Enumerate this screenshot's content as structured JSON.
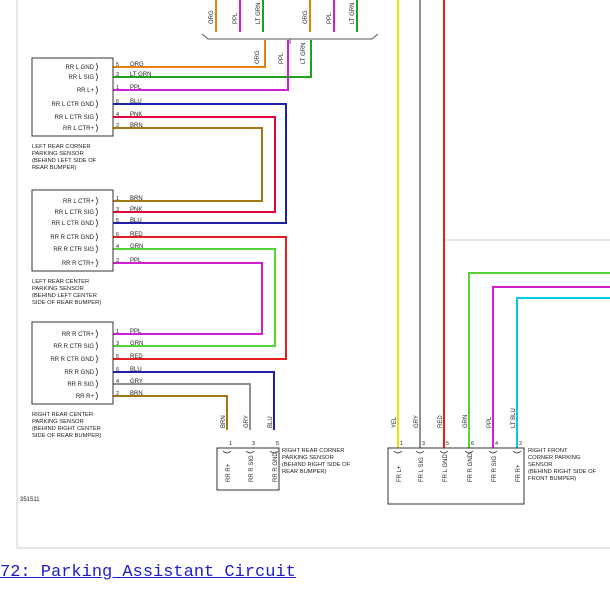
{
  "colors": {
    "ORG": "#e8820c",
    "PPL": "#d21ed2",
    "LT GRN": "#1fa01f",
    "BLU": "#1f1fa8",
    "PNK": "#e3003c",
    "BRN": "#a07814",
    "RED": "#e02020",
    "GRN": "#55d535",
    "GRY": "#909090",
    "YEL": "#e6e600",
    "LT BLU": "#00cde6",
    "box_border": "#333333",
    "caption": "#1c1cc8"
  },
  "top_fragment": {
    "wires": [
      "ORG",
      "PPL",
      "LT GRN",
      "ORG",
      "PPL",
      "LT GRN"
    ]
  },
  "splice_labels": [
    "ORG",
    "PPL",
    "LT GRN"
  ],
  "left_rear_corner": {
    "pins": [
      {
        "pin": "5",
        "label": "RR L GND",
        "wire": "ORG"
      },
      {
        "pin": "3",
        "label": "RR L SIG",
        "wire": "LT GRN"
      },
      {
        "pin": "1",
        "label": "RR L+",
        "wire": "PPL"
      },
      {
        "pin": "6",
        "label": "RR L CTR GND",
        "wire": "BLU"
      },
      {
        "pin": "4",
        "label": "RR L CTR SIG",
        "wire": "PNK"
      },
      {
        "pin": "2",
        "label": "RR L CTR+",
        "wire": "BRN"
      }
    ],
    "title_lines": [
      "LEFT REAR CORNER",
      "PARKING SENSOR",
      "(BEHIND LEFT SIDE OF",
      "REAR BUMPER)"
    ]
  },
  "left_rear_center": {
    "pins": [
      {
        "pin": "1",
        "label": "RR L CTR+",
        "wire": "BRN"
      },
      {
        "pin": "3",
        "label": "RR L CTR SIG",
        "wire": "PNK"
      },
      {
        "pin": "5",
        "label": "RR L CTR GND",
        "wire": "BLU"
      },
      {
        "pin": "6",
        "label": "RR R CTR GND",
        "wire": "RED"
      },
      {
        "pin": "4",
        "label": "RR R CTR SIG",
        "wire": "GRN"
      },
      {
        "pin": "2",
        "label": "RR R CTR+",
        "wire": "PPL"
      }
    ],
    "title_lines": [
      "LEFT REAR CENTER",
      "PARKING SENSOR",
      "(BEHIND LEFT CENTER",
      "SIDE OF REAR BUMPER)"
    ]
  },
  "right_rear_center": {
    "pins": [
      {
        "pin": "1",
        "label": "RR R CTR+",
        "wire": "PPL"
      },
      {
        "pin": "3",
        "label": "RR R CTR SIG",
        "wire": "GRN"
      },
      {
        "pin": "5",
        "label": "RR R CTR GND",
        "wire": "RED"
      },
      {
        "pin": "6",
        "label": "RR R GND",
        "wire": "BLU"
      },
      {
        "pin": "4",
        "label": "RR R SIG",
        "wire": "GRY"
      },
      {
        "pin": "2",
        "label": "RR R+",
        "wire": "BRN"
      }
    ],
    "title_lines": [
      "RIGHT REAR CENTER",
      "PARKING SENSOR",
      "(BEHIND RIGHT CENTER",
      "SIDE OF REAR BUMPER)"
    ]
  },
  "right_rear_corner": {
    "wires": [
      "BRN",
      "GRY",
      "BLU"
    ],
    "pins": [
      {
        "pin": "1",
        "label": "RR R+"
      },
      {
        "pin": "3",
        "label": "RR R SIG"
      },
      {
        "pin": "5",
        "label": "RR R GND"
      }
    ],
    "title_lines": [
      "RIGHT REAR CORNER",
      "PARKING SENSOR",
      "(BEHIND RIGHT SIDE OF",
      "REAR BUMPER)"
    ]
  },
  "right_front_corner": {
    "wires": [
      "YEL",
      "GRY",
      "RED",
      "GRN",
      "PPL",
      "LT BLU"
    ],
    "pins": [
      {
        "pin": "1",
        "label": "FR L+"
      },
      {
        "pin": "3",
        "label": "FR L SIG"
      },
      {
        "pin": "5",
        "label": "FR L GND"
      },
      {
        "pin": "6",
        "label": "FR R GND"
      },
      {
        "pin": "4",
        "label": "FR R SIG"
      },
      {
        "pin": "2",
        "label": "FR R+"
      }
    ],
    "title_lines": [
      "RIGHT FRONT",
      "CORNER PARKING",
      "SENSOR",
      "(BEHIND RIGHT SIDE OF",
      "FRONT BUMPER)"
    ]
  },
  "figure_number": "351511",
  "caption": "72: Parking Assistant Circuit"
}
